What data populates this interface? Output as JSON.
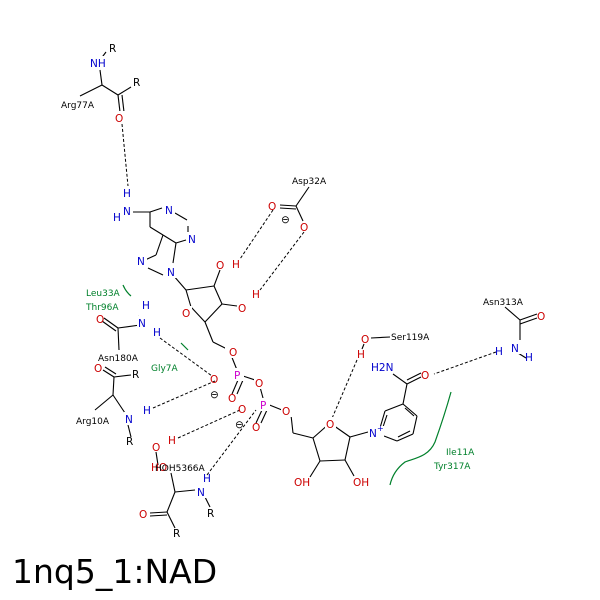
{
  "title": "1nq5_1:NAD",
  "colors": {
    "carbon": "#000000",
    "nitrogen": "#0000cc",
    "oxygen": "#cc0000",
    "phosphorus": "#cc00cc",
    "hydrophobic": "#00802b"
  },
  "residues": {
    "arg77": "Arg77A",
    "asp32": "Asp32A",
    "leu33": "Leu33A",
    "thr96": "Thr96A",
    "asn180": "Asn180A",
    "gly7": "Gly7A",
    "arg10": "Arg10A",
    "hoh": "HOH5366A",
    "ser119": "Ser119A",
    "asn313": "Asn313A",
    "ile11": "Ile11A",
    "tyr317": "Tyr317A"
  },
  "atoms": {
    "N": "N",
    "NH": "NH",
    "H": "H",
    "O": "O",
    "P": "P",
    "R": "R",
    "OH": "OH",
    "HO": "HO",
    "H2N": "H2N",
    "N_plus": "N+",
    "minus": "⊖"
  }
}
